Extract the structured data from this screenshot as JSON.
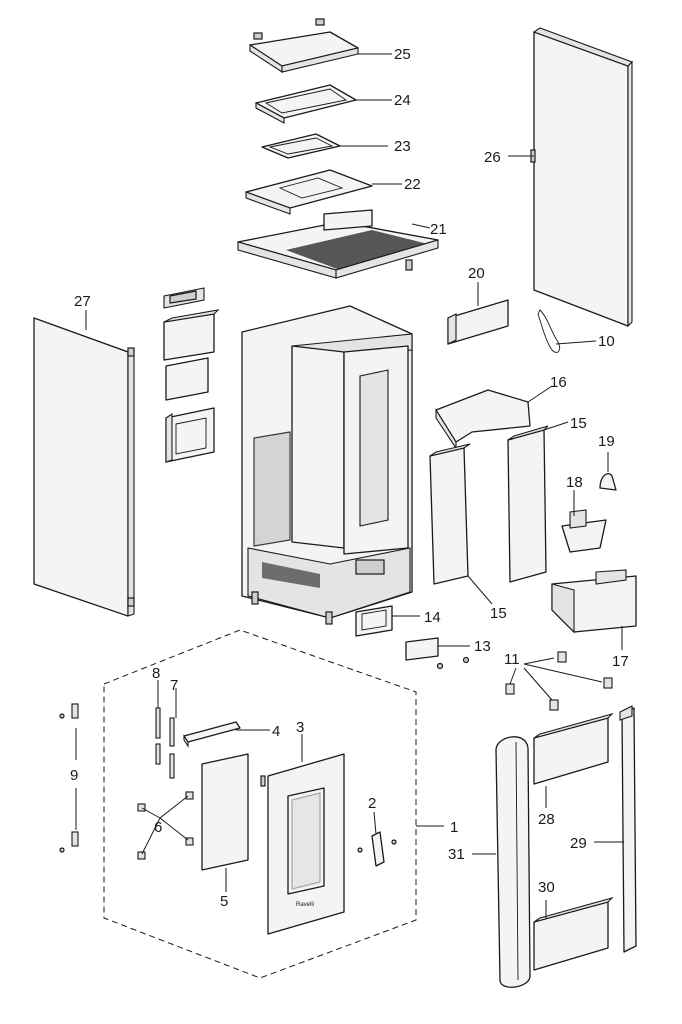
{
  "diagram": {
    "callouts": [
      {
        "id": "1",
        "text": "1"
      },
      {
        "id": "2",
        "text": "2"
      },
      {
        "id": "3",
        "text": "3"
      },
      {
        "id": "4",
        "text": "4"
      },
      {
        "id": "5",
        "text": "5"
      },
      {
        "id": "6",
        "text": "6"
      },
      {
        "id": "7",
        "text": "7"
      },
      {
        "id": "8",
        "text": "8"
      },
      {
        "id": "9",
        "text": "9"
      },
      {
        "id": "10",
        "text": "10"
      },
      {
        "id": "11",
        "text": "11"
      },
      {
        "id": "13",
        "text": "13"
      },
      {
        "id": "14",
        "text": "14"
      },
      {
        "id": "15a",
        "text": "15"
      },
      {
        "id": "15b",
        "text": "15"
      },
      {
        "id": "16",
        "text": "16"
      },
      {
        "id": "17",
        "text": "17"
      },
      {
        "id": "18",
        "text": "18"
      },
      {
        "id": "19",
        "text": "19"
      },
      {
        "id": "20",
        "text": "20"
      },
      {
        "id": "21",
        "text": "21"
      },
      {
        "id": "22",
        "text": "22"
      },
      {
        "id": "23",
        "text": "23"
      },
      {
        "id": "24",
        "text": "24"
      },
      {
        "id": "25",
        "text": "25"
      },
      {
        "id": "26",
        "text": "26"
      },
      {
        "id": "27",
        "text": "27"
      },
      {
        "id": "28",
        "text": "28"
      },
      {
        "id": "29",
        "text": "29"
      },
      {
        "id": "30",
        "text": "30"
      },
      {
        "id": "31",
        "text": "31"
      }
    ],
    "door_brand_mark": "Ravelli"
  }
}
